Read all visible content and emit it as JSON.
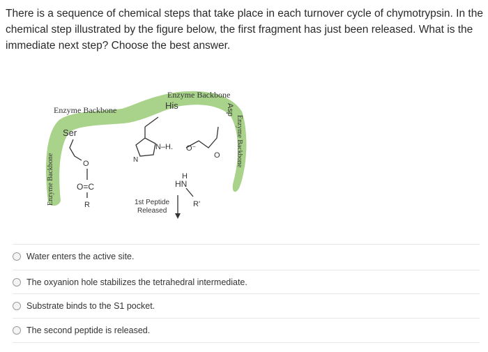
{
  "question": {
    "text": "There is a sequence of chemical steps that take place in each turnover cycle of chymotrypsin. In the chemical step illustrated by the figure below, the first fragment has just been released. What is the immediate next step? Choose the best answer."
  },
  "figure": {
    "enzyme_backbone_label": "Enzyme Backbone",
    "his_label": "His",
    "ser_label": "Ser",
    "asp_label": "Asp",
    "nh_label": "N–H.",
    "o_minus_label": "O⁻",
    "o_label": "O",
    "n_label": "N",
    "carbonyl_o_label": "O=C",
    "ester_o_label": "O",
    "r_label": "R",
    "hn_h_label": "H",
    "hn_label": "HN",
    "r_prime_label": "R'",
    "released_line1": "1st Peptide",
    "released_line2": "Released",
    "colors": {
      "backbone": "#a9d38a",
      "text": "#333333"
    }
  },
  "choices": [
    {
      "label": "Water enters the active site."
    },
    {
      "label": "The oxyanion hole stabilizes the tetrahedral intermediate."
    },
    {
      "label": "Substrate binds to the S1 pocket."
    },
    {
      "label": "The second peptide is released."
    }
  ]
}
